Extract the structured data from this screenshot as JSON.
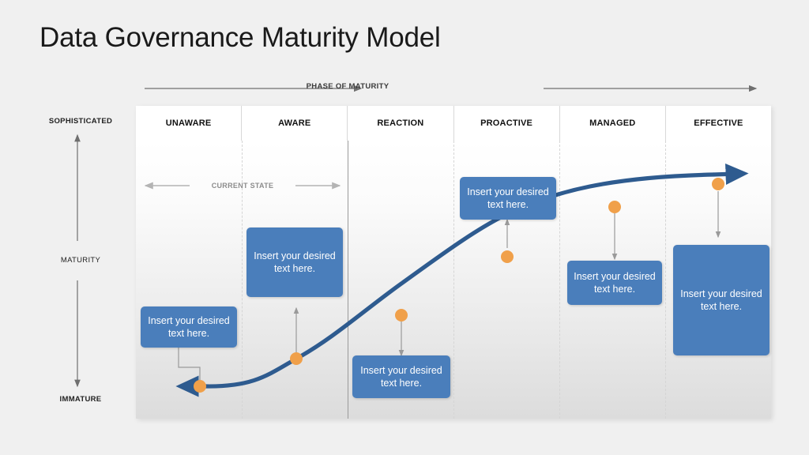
{
  "title": "Data Governance Maturity Model",
  "colors": {
    "page_background": "#f0f0f0",
    "panel_background": "#ffffff",
    "box_fill": "#4a7ebb",
    "box_text": "#ffffff",
    "curve": "#2e5b8f",
    "marker": "#f0a04a",
    "connector": "#8c8c8c",
    "axis_arrow": "#6f6f6f",
    "header_text": "#111111",
    "current_state_text": "#8c8c8c"
  },
  "top_axis": {
    "label": "PHASE OF MATURITY",
    "left_arrow_name": "arrow-right-icon",
    "right_arrow_name": "arrow-right-icon"
  },
  "vertical_axis": {
    "top_label": "SOPHISTICATED",
    "mid_label": "MATURITY",
    "bottom_label": "IMMATURE"
  },
  "current_state": {
    "label": "CURRENT STATE"
  },
  "columns": [
    {
      "label": "UNAWARE"
    },
    {
      "label": "AWARE"
    },
    {
      "label": "REACTION"
    },
    {
      "label": "PROACTIVE"
    },
    {
      "label": "MANAGED"
    },
    {
      "label": "EFFECTIVE"
    }
  ],
  "boxes": [
    {
      "phase": "UNAWARE",
      "text": "Insert your desired text here.",
      "position": "above-curve"
    },
    {
      "phase": "AWARE",
      "text": "Insert your desired text here.",
      "position": "above-curve"
    },
    {
      "phase": "REACTION",
      "text": "Insert your desired text here.",
      "position": "below-curve"
    },
    {
      "phase": "PROACTIVE",
      "text": "Insert your desired text here.",
      "position": "above-curve"
    },
    {
      "phase": "MANAGED",
      "text": "Insert your desired text here.",
      "position": "below-curve"
    },
    {
      "phase": "EFFECTIVE",
      "text": "Insert your desired text here.",
      "position": "below-curve"
    }
  ],
  "chart_data": {
    "type": "line",
    "title": "Data Governance Maturity Model",
    "xlabel": "PHASE OF MATURITY",
    "ylabel": "MATURITY",
    "grid": false,
    "legend": null,
    "ylim_labels": [
      "IMMATURE",
      "SOPHISTICATED"
    ],
    "categories": [
      "UNAWARE",
      "AWARE",
      "REACTION",
      "PROACTIVE",
      "MANAGED",
      "EFFECTIVE"
    ],
    "series": [
      {
        "name": "Maturity curve",
        "shape": "s-curve",
        "values": [
          5,
          18,
          42,
          62,
          82,
          93
        ],
        "marker": "circle",
        "marker_color": "#f0a04a",
        "line_color": "#2e5b8f",
        "start_arrow": true,
        "end_arrow": true
      }
    ],
    "annotations": [
      {
        "at": "UNAWARE",
        "text": "Insert your desired text here."
      },
      {
        "at": "AWARE",
        "text": "Insert your desired text here."
      },
      {
        "at": "REACTION",
        "text": "Insert your desired text here."
      },
      {
        "at": "PROACTIVE",
        "text": "Insert your desired text here."
      },
      {
        "at": "MANAGED",
        "text": "Insert your desired text here."
      },
      {
        "at": "EFFECTIVE",
        "text": "Insert your desired text here."
      }
    ],
    "range_marker": {
      "label": "CURRENT STATE",
      "spans": [
        "UNAWARE",
        "AWARE"
      ]
    }
  }
}
